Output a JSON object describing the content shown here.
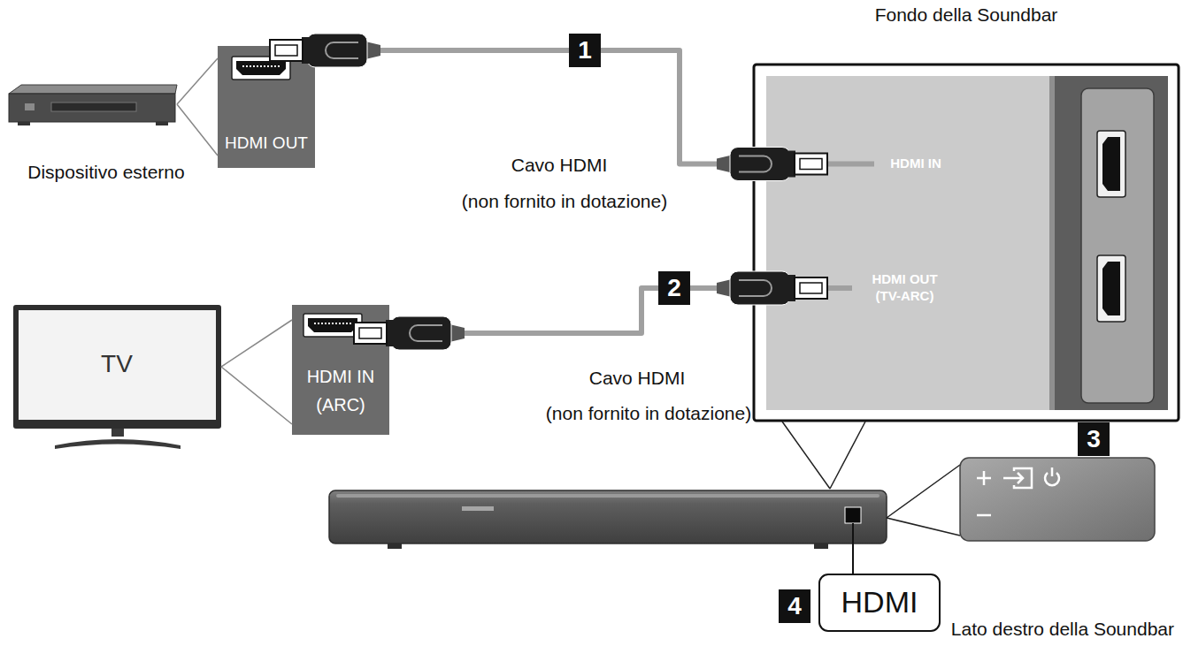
{
  "diagram": {
    "nodes": [
      {
        "text": [
          "Fondo della Soundbar"
        ]
      },
      {
        "text": [
          "HDMI IN"
        ],
        "in": 0
      },
      {
        "text": [
          "HDMI OUT (TV-ARC)"
        ],
        "in": 0
      },
      {
        "text": [
          "HDMI OUT"
        ]
      },
      {
        "text": [
          "HDMI IN (ARC)"
        ]
      },
      {
        "text": [
          "HDMI"
        ]
      }
    ],
    "edges": [
      {
        "from": 3,
        "to": 1,
        "arrow": "none",
        "label": "1"
      },
      {
        "from": 4,
        "to": 2,
        "arrow": "none",
        "label": "2"
      }
    ],
    "labels": [
      "Dispositivo esterno",
      "Cavo HDMI",
      "(non fornito in dotazione)",
      "TV",
      "Cavo HDMI",
      "(non fornito in dotazione)",
      "3",
      "4",
      "Lato destro della Soundbar"
    ]
  }
}
